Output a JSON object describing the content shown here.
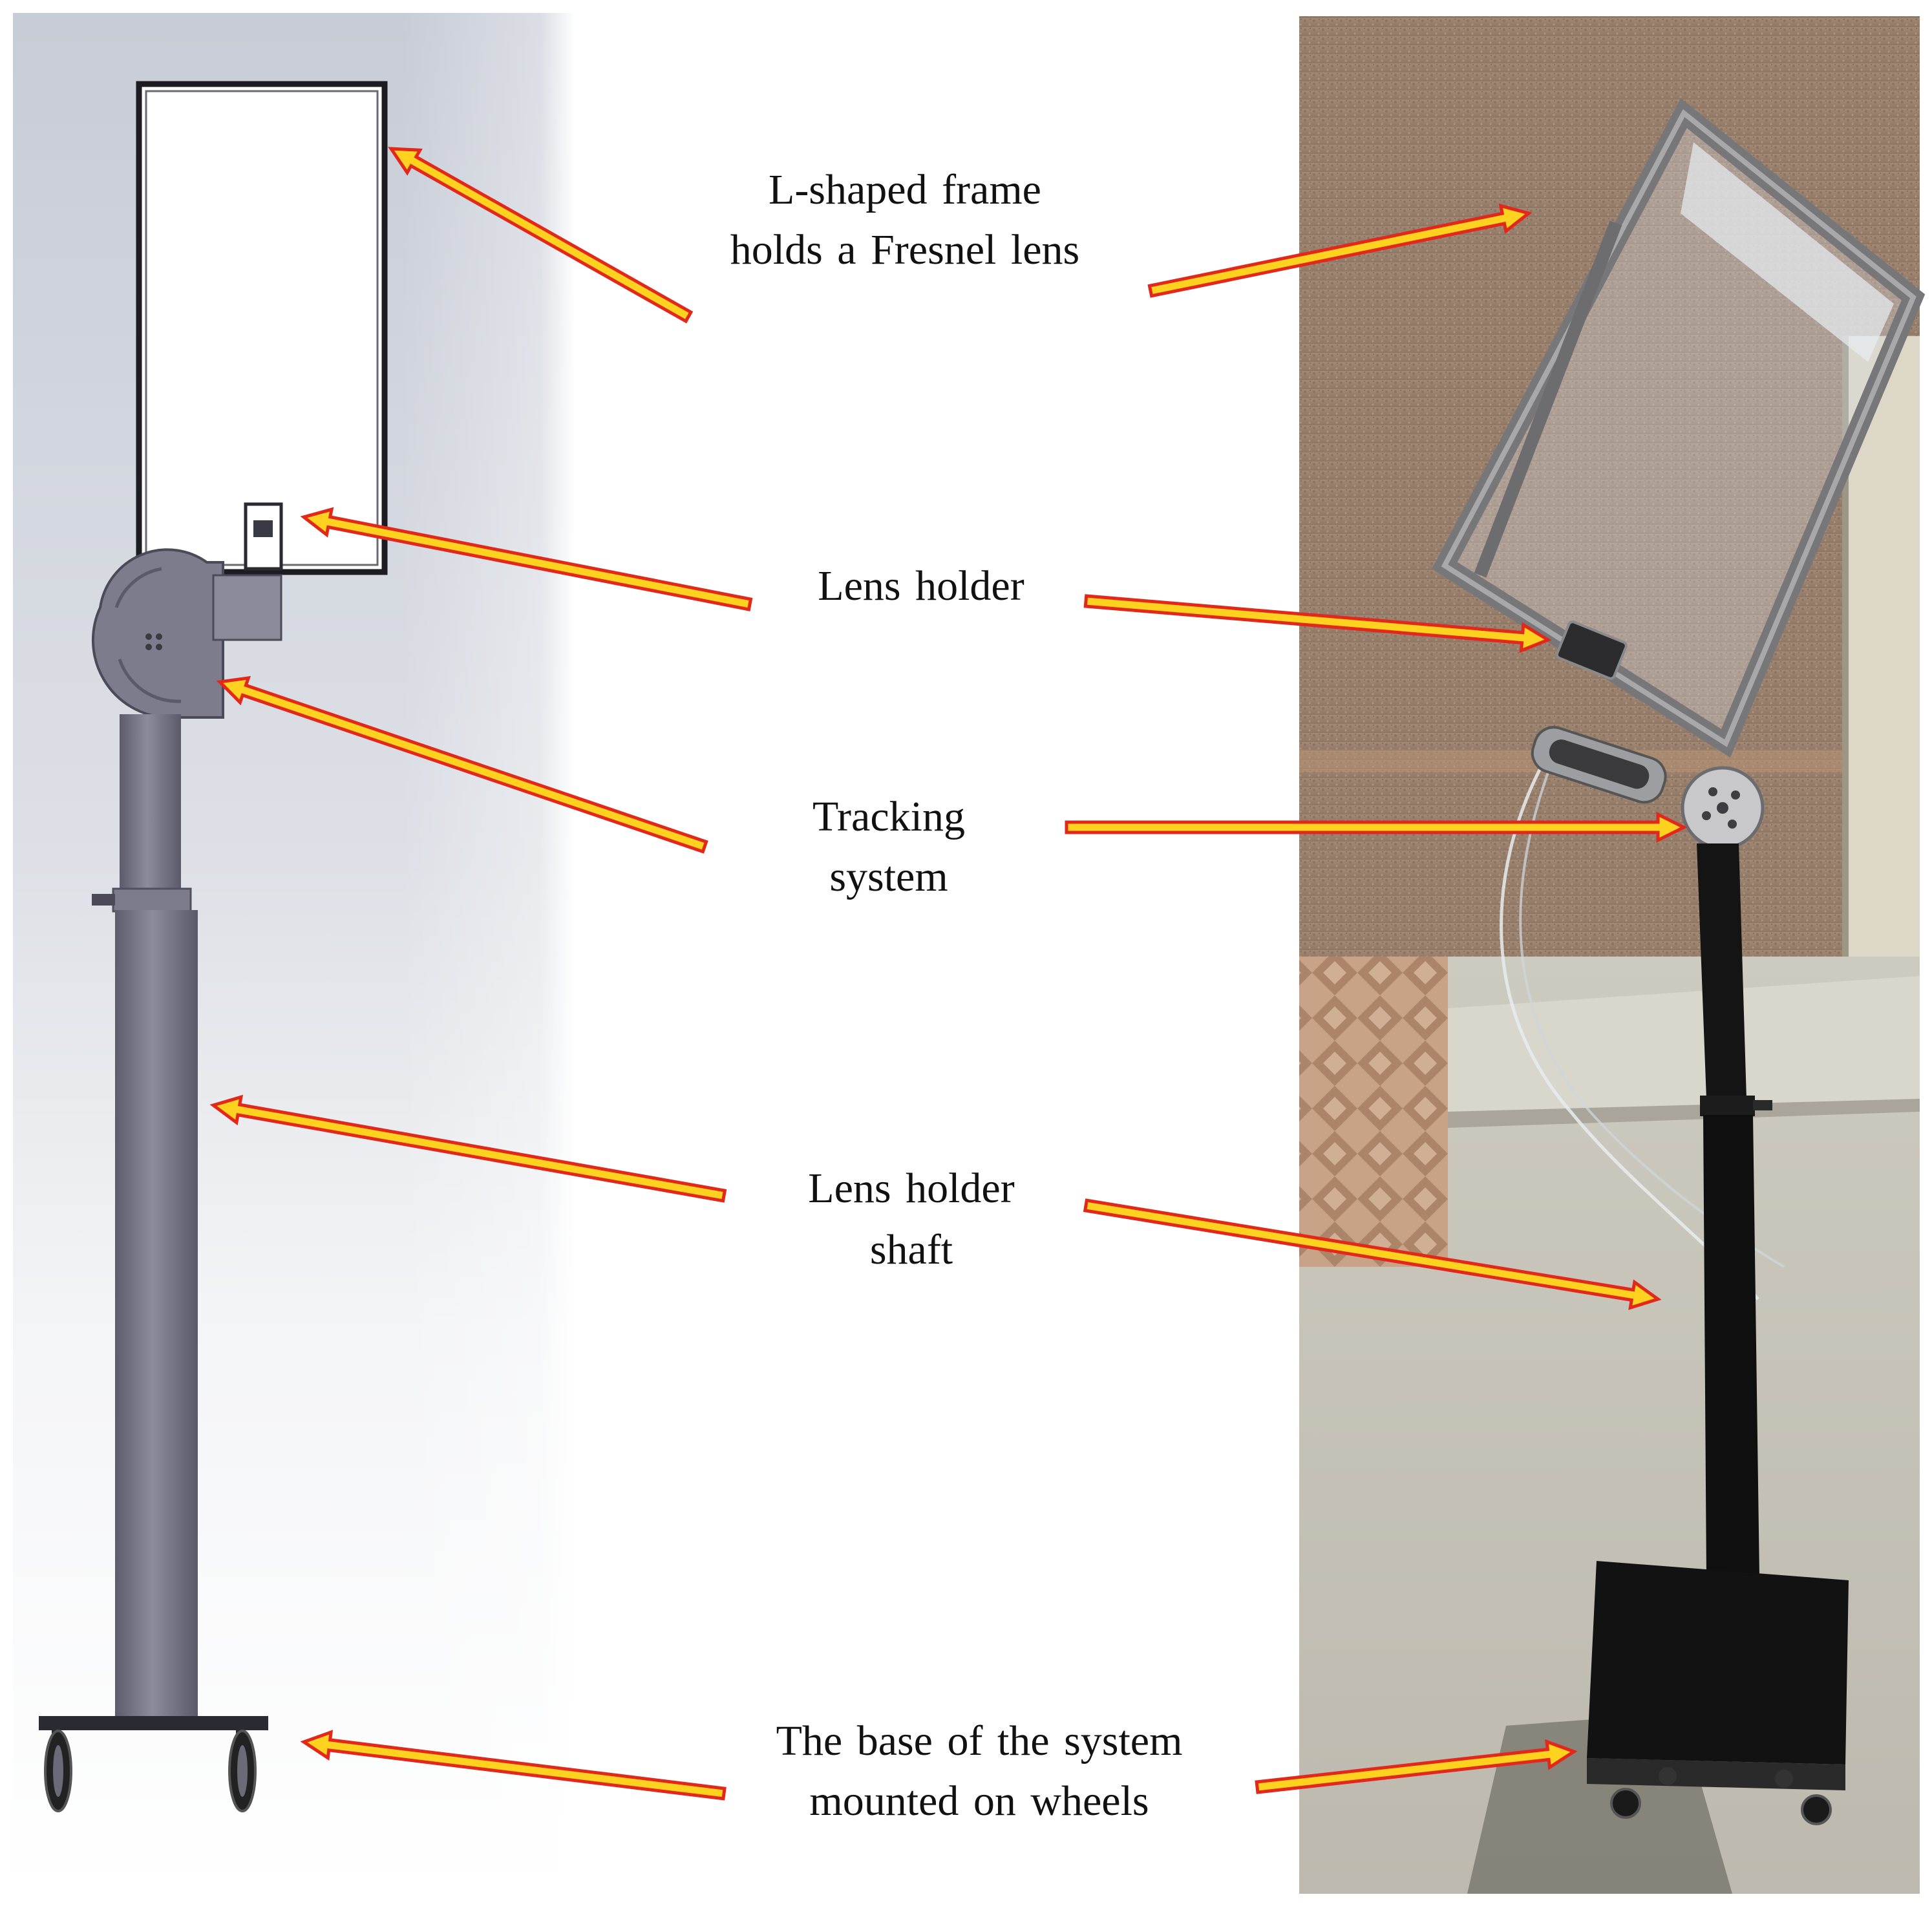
{
  "labels": {
    "frame": {
      "line1": "L-shaped  frame",
      "line2": "holds a Fresnel lens"
    },
    "lens_holder": {
      "line1": "Lens holder"
    },
    "tracking": {
      "line1": "Tracking",
      "line2": "system"
    },
    "shaft": {
      "line1": "Lens holder",
      "line2": "shaft"
    },
    "base": {
      "line1": "The base of the system",
      "line2": "mounted on wheels"
    }
  },
  "colors": {
    "arrow_fill": "#ffd21f",
    "arrow_edge": "#e2281a",
    "cad_metal": "#6f6f80",
    "cad_metal_light": "#8a8a9a",
    "photo_wall": "#a58c78",
    "photo_ground": "#c9c6bc",
    "photo_pole": "#111111"
  }
}
